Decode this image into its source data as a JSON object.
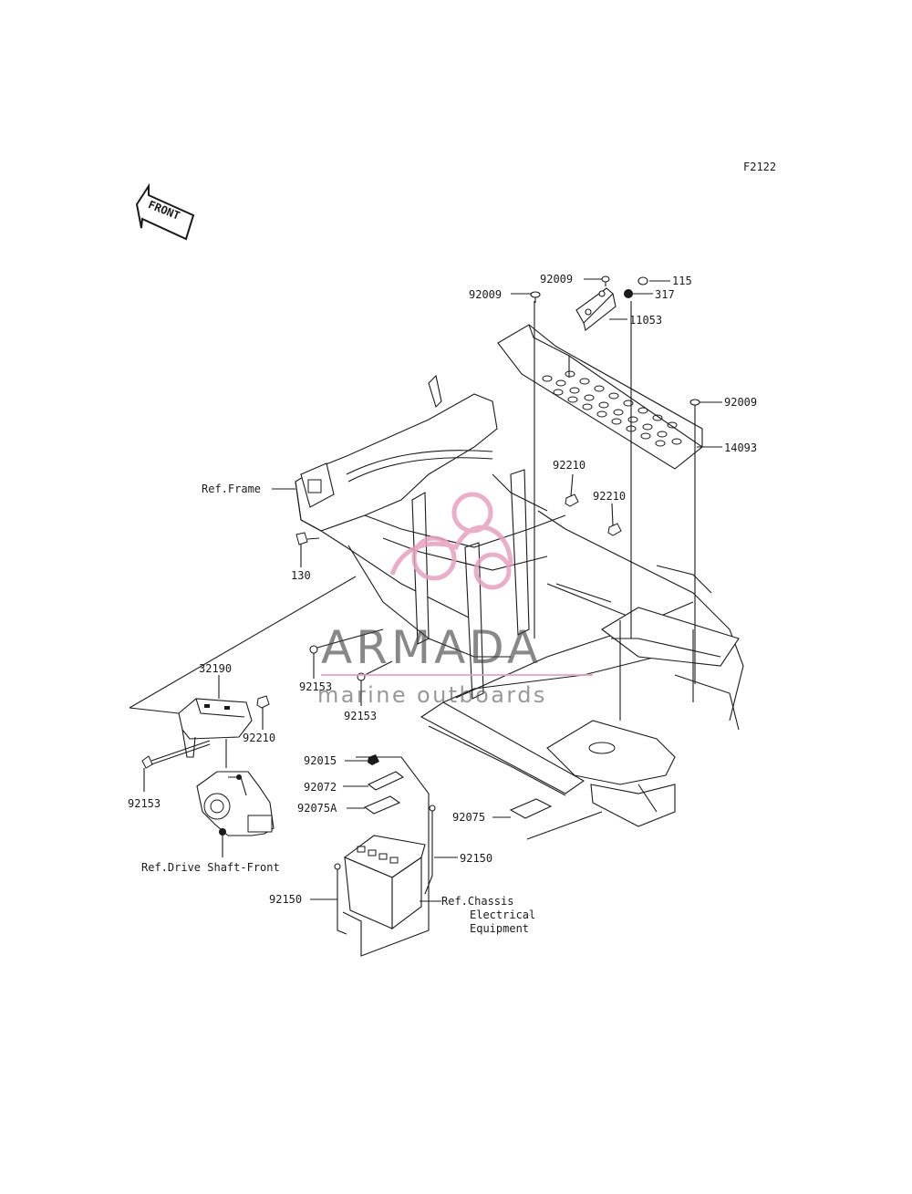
{
  "diagram_code": "F2122",
  "front_indicator": "FRONT",
  "parts": {
    "p92009_top": "92009",
    "p115": "115",
    "p92009_left": "92009",
    "p317": "317",
    "p11053": "11053",
    "p92009_right": "92009",
    "p14093": "14093",
    "p92210_a": "92210",
    "p92210_b": "92210",
    "p130": "130",
    "p92153_a": "92153",
    "p92153_b": "92153",
    "p32190": "32190",
    "p92210_c": "92210",
    "p92153_c": "92153",
    "p92015": "92015",
    "p92072": "92072",
    "p92075A": "92075A",
    "p92075": "92075",
    "p92150_a": "92150",
    "p92150_b": "92150"
  },
  "refs": {
    "frame": "Ref.Frame",
    "drive_shaft": "Ref.Drive Shaft-Front",
    "chassis_1": "Ref.Chassis",
    "chassis_2": "Electrical",
    "chassis_3": "Equipment"
  },
  "watermark": {
    "brand": "ARMADA",
    "tagline": "marine outboards",
    "accent_color": "#e8a0bf"
  }
}
